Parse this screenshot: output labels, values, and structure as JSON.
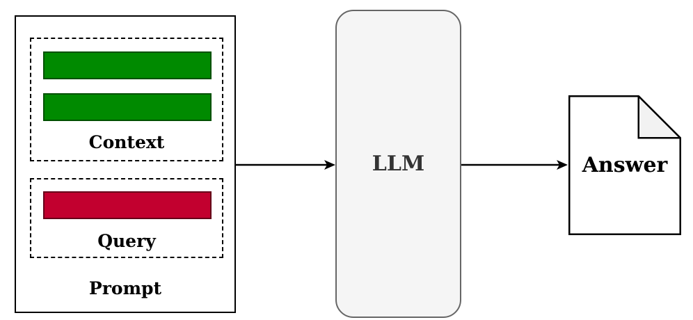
{
  "diagram": {
    "prompt": {
      "label": "Prompt",
      "context": {
        "label": "Context",
        "bar_count": 2,
        "bar_fill": "#008A00",
        "bar_border": "#005000"
      },
      "query": {
        "label": "Query",
        "bar_count": 1,
        "bar_fill": "#C2002F",
        "bar_border": "#640019"
      }
    },
    "llm": {
      "label": "LLM",
      "fill": "#F5F5F5",
      "border": "#666666",
      "text_color": "#333333"
    },
    "answer": {
      "label": "Answer",
      "fold_fill": "#F2F2F2",
      "border": "#000000"
    },
    "arrows": [
      {
        "from": "prompt",
        "to": "llm"
      },
      {
        "from": "llm",
        "to": "answer"
      }
    ]
  }
}
